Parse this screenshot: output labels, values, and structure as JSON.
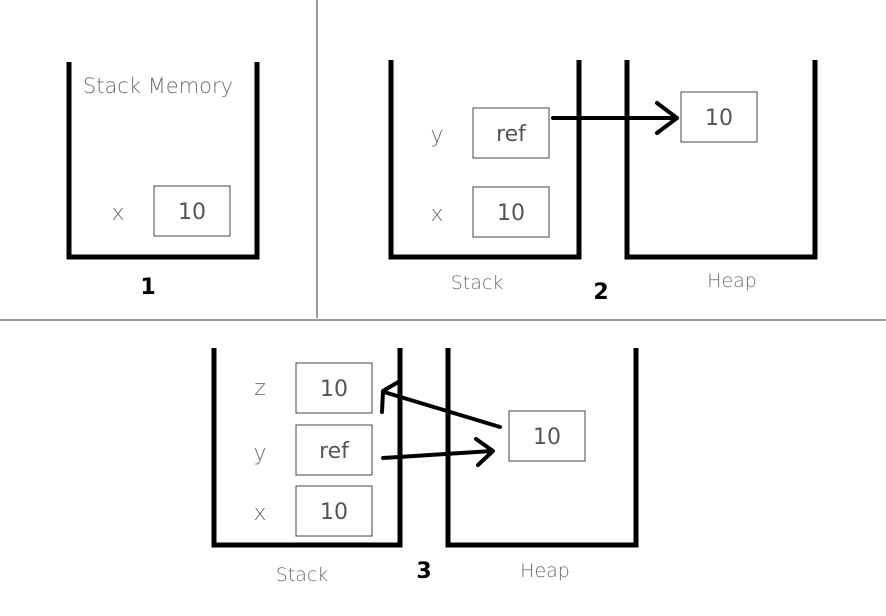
{
  "panel1": {
    "number": "1",
    "title": "Stack Memory",
    "var_x": "x",
    "val_x": "10"
  },
  "panel2": {
    "number": "2",
    "stack_label": "Stack",
    "heap_label": "Heap",
    "var_y": "y",
    "val_y": "ref",
    "var_x": "x",
    "val_x": "10",
    "heap_val": "10"
  },
  "panel3": {
    "number": "3",
    "stack_label": "Stack",
    "heap_label": "Heap",
    "var_z": "z",
    "val_z": "10",
    "var_y": "y",
    "val_y": "ref",
    "var_x": "x",
    "val_x": "10",
    "heap_val": "10"
  }
}
